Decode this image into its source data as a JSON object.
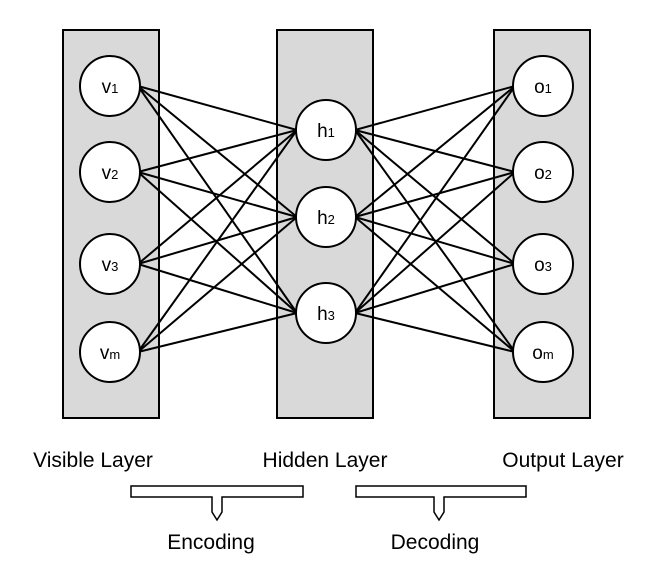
{
  "visible_layer": {
    "label": "Visible Layer",
    "nodes": [
      {
        "base": "v",
        "sub": "1"
      },
      {
        "base": "v",
        "sub": "2"
      },
      {
        "base": "v",
        "sub": "3"
      },
      {
        "base": "v",
        "sub": "m"
      }
    ]
  },
  "hidden_layer": {
    "label": "Hidden Layer",
    "nodes": [
      {
        "base": "h",
        "sub": "1"
      },
      {
        "base": "h",
        "sub": "2"
      },
      {
        "base": "h",
        "sub": "3"
      }
    ]
  },
  "output_layer": {
    "label": "Output Layer",
    "nodes": [
      {
        "base": "o",
        "sub": "1"
      },
      {
        "base": "o",
        "sub": "2"
      },
      {
        "base": "o",
        "sub": "3"
      },
      {
        "base": "o",
        "sub": "m"
      }
    ]
  },
  "encoding_label": "Encoding",
  "decoding_label": "Decoding"
}
